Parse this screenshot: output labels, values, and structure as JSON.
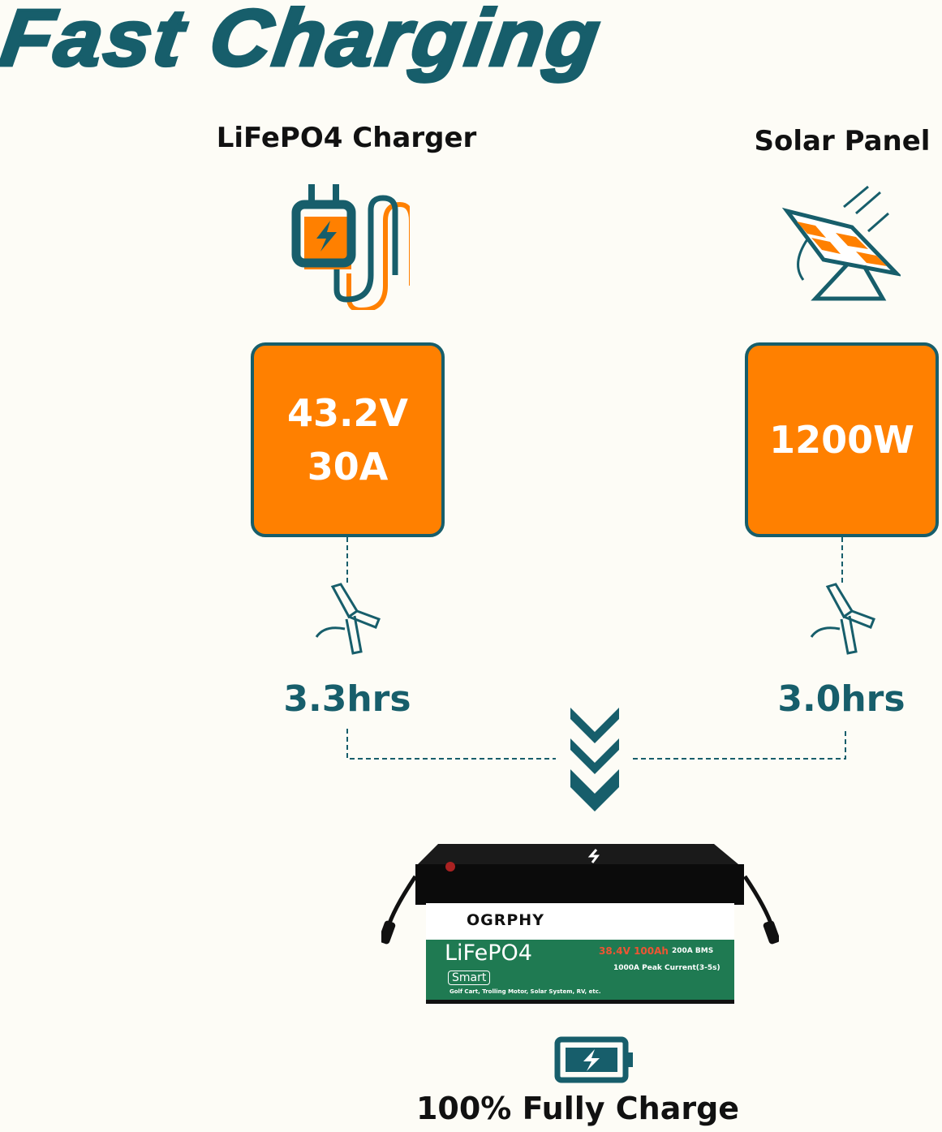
{
  "title": "Fast Charging",
  "colors": {
    "teal": "#175e6b",
    "orange": "#ff8000",
    "background": "#fdfcf6"
  },
  "charger": {
    "label": "LiFePO4 Charger",
    "icon": "charger-plug-icon",
    "voltage": "43.2V",
    "current": "30A",
    "time": "3.3hrs"
  },
  "solar": {
    "label": "Solar Panel",
    "icon": "solar-panel-icon",
    "power": "1200W",
    "time": "3.0hrs"
  },
  "battery": {
    "brand": "OGRPHY",
    "chemistry": "LiFePO4",
    "badge": "Smart",
    "rating": "38.4V 100Ah",
    "bms": "200A BMS",
    "peak": "1000A Peak Current(3-5s)",
    "uses": "Golf Cart, Trolling Motor, Solar System, RV, etc."
  },
  "footer": {
    "icon": "battery-charging-icon",
    "text": "100% Fully Charge"
  }
}
